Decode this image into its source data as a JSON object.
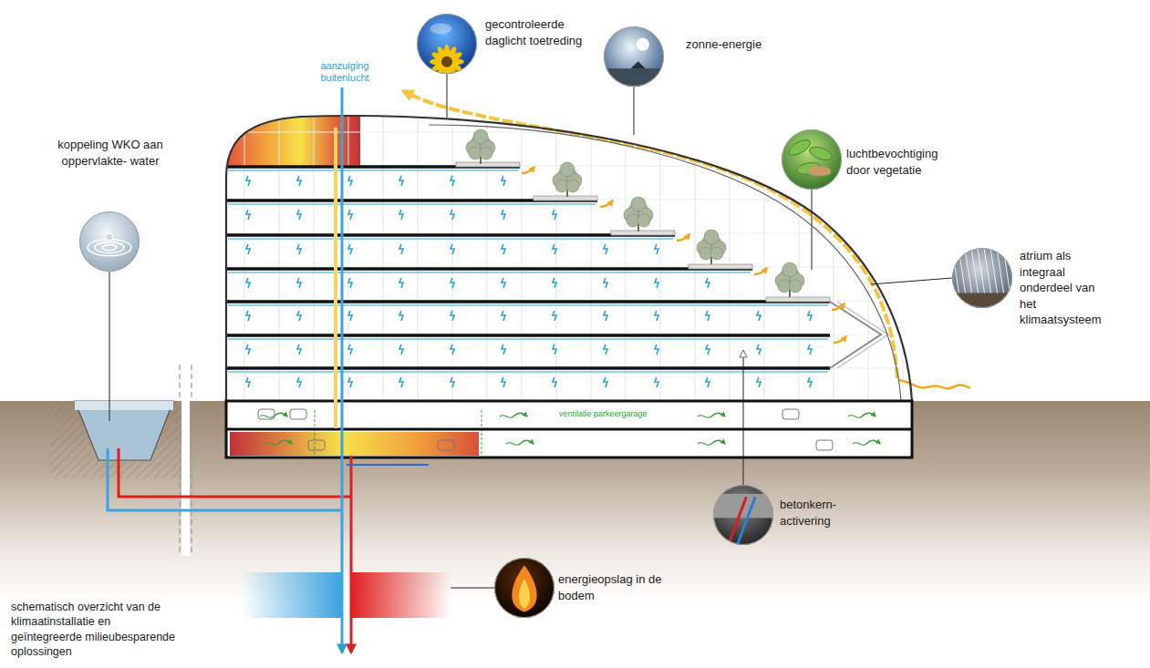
{
  "diagram": {
    "caption": "schematisch overzicht van de klimaatinstallatie en geïntegreerde milieubesparende oplossingen",
    "nodes": [
      {
        "text": [
          "gecontroleerde daglicht toetreding"
        ]
      },
      {
        "text": [
          "zonne-energie"
        ]
      },
      {
        "text": [
          "koppeling WKO aan oppervlakte- water"
        ]
      },
      {
        "text": [
          "luchtbevochtiging door vegetatie"
        ]
      },
      {
        "text": [
          "atrium als integraal onderdeel van het klimaatsysteem"
        ]
      },
      {
        "text": [
          "betonkern- activering"
        ]
      },
      {
        "text": [
          "energieopslag in de bodem"
        ]
      }
    ],
    "labels": [
      "aanzuiging buitenlucht",
      "ventilatie parkeergarage"
    ]
  }
}
